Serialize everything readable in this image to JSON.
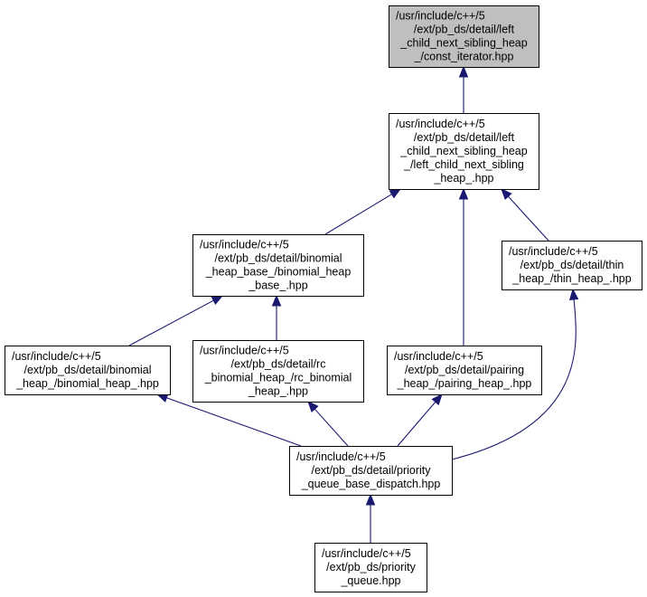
{
  "colors": {
    "highlight_fill": "#bfbfbf",
    "node_fill": "#ffffff",
    "node_border": "#000000",
    "edge": "#191970",
    "text": "#000000"
  },
  "nodes": [
    {
      "id": "const_iterator",
      "highlighted": true,
      "lines": [
        "/usr/include/c++/5",
        "/ext/pb_ds/detail/left",
        "_child_next_sibling_heap",
        "_/const_iterator.hpp"
      ]
    },
    {
      "id": "left_child_next_sibling_heap_",
      "highlighted": false,
      "lines": [
        "/usr/include/c++/5",
        "/ext/pb_ds/detail/left",
        "_child_next_sibling_heap",
        "_/left_child_next_sibling",
        "_heap_.hpp"
      ]
    },
    {
      "id": "binomial_heap_base_",
      "highlighted": false,
      "lines": [
        "/usr/include/c++/5",
        "/ext/pb_ds/detail/binomial",
        "_heap_base_/binomial_heap",
        "_base_.hpp"
      ]
    },
    {
      "id": "thin_heap_",
      "highlighted": false,
      "lines": [
        "/usr/include/c++/5",
        "/ext/pb_ds/detail/thin",
        "_heap_/thin_heap_.hpp"
      ]
    },
    {
      "id": "binomial_heap_",
      "highlighted": false,
      "lines": [
        "/usr/include/c++/5",
        "/ext/pb_ds/detail/binomial",
        "_heap_/binomial_heap_.hpp"
      ]
    },
    {
      "id": "rc_binomial_heap_",
      "highlighted": false,
      "lines": [
        "/usr/include/c++/5",
        "/ext/pb_ds/detail/rc",
        "_binomial_heap_/rc_binomial",
        "_heap_.hpp"
      ]
    },
    {
      "id": "pairing_heap_",
      "highlighted": false,
      "lines": [
        "/usr/include/c++/5",
        "/ext/pb_ds/detail/pairing",
        "_heap_/pairing_heap_.hpp"
      ]
    },
    {
      "id": "priority_queue_base_dispatch",
      "highlighted": false,
      "lines": [
        "/usr/include/c++/5",
        "/ext/pb_ds/detail/priority",
        "_queue_base_dispatch.hpp"
      ]
    },
    {
      "id": "priority_queue",
      "highlighted": false,
      "lines": [
        "/usr/include/c++/5",
        "/ext/pb_ds/priority",
        "_queue.hpp"
      ]
    }
  ],
  "edges": [
    {
      "from": "left_child_next_sibling_heap_",
      "to": "const_iterator"
    },
    {
      "from": "binomial_heap_base_",
      "to": "left_child_next_sibling_heap_"
    },
    {
      "from": "pairing_heap_",
      "to": "left_child_next_sibling_heap_"
    },
    {
      "from": "thin_heap_",
      "to": "left_child_next_sibling_heap_"
    },
    {
      "from": "binomial_heap_",
      "to": "binomial_heap_base_"
    },
    {
      "from": "rc_binomial_heap_",
      "to": "binomial_heap_base_"
    },
    {
      "from": "priority_queue_base_dispatch",
      "to": "binomial_heap_"
    },
    {
      "from": "priority_queue_base_dispatch",
      "to": "rc_binomial_heap_"
    },
    {
      "from": "priority_queue_base_dispatch",
      "to": "pairing_heap_"
    },
    {
      "from": "priority_queue_base_dispatch",
      "to": "thin_heap_"
    },
    {
      "from": "priority_queue",
      "to": "priority_queue_base_dispatch"
    }
  ]
}
